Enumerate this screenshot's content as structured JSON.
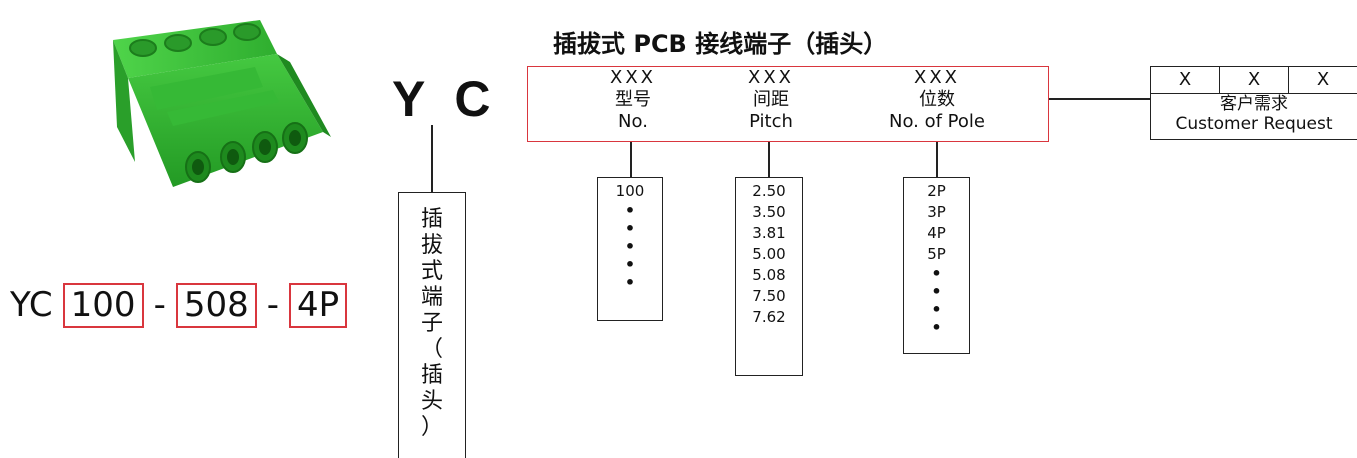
{
  "header": {
    "title": "插拔式 PCB 接线端子（插头）"
  },
  "prefix": "Y C",
  "example": {
    "prefix": "YC",
    "segments": [
      "100",
      "508",
      "4P"
    ],
    "separator": "-"
  },
  "vertical_label": [
    "插",
    "拔",
    "式",
    "端",
    "子",
    "（",
    "插",
    "头",
    "）"
  ],
  "fields": [
    {
      "code": "XXX",
      "cn": "型号",
      "en": "No.",
      "options": [
        "100"
      ],
      "dots": 5
    },
    {
      "code": "XXX",
      "cn": "间距",
      "en": "Pitch",
      "options": [
        "2.50",
        "3.50",
        "3.81",
        "5.00",
        "5.08",
        "7.50",
        "7.62"
      ],
      "dots": 0
    },
    {
      "code": "XXX",
      "cn": "位数",
      "en": "No. of Pole",
      "options": [
        "2P",
        "3P",
        "4P",
        "5P"
      ],
      "dots": 4
    }
  ],
  "customer": {
    "cells": [
      "X",
      "X",
      "X"
    ],
    "cn": "客户需求",
    "en": "Customer Request"
  },
  "colors": {
    "accent_red": "#d9363e",
    "product_green": "#3cc13c"
  },
  "image": {
    "icon": "terminal-block-plug-icon"
  }
}
